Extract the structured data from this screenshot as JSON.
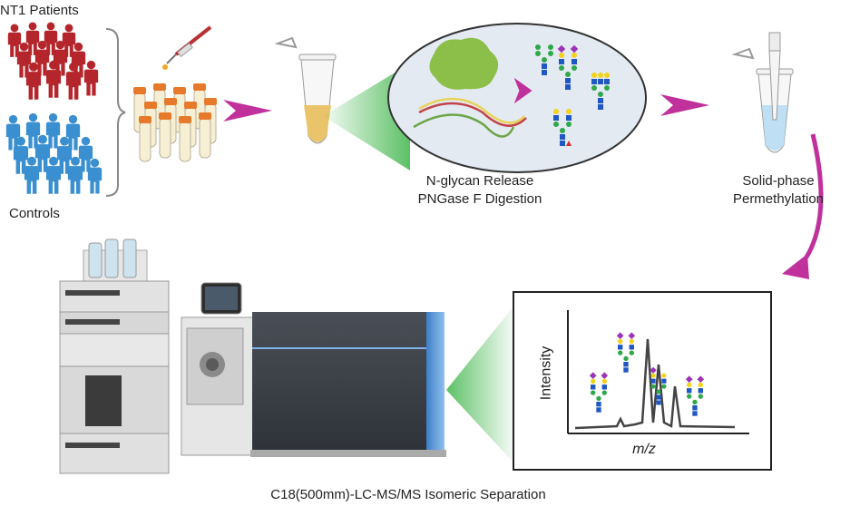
{
  "labels": {
    "patients": "NT1 Patients",
    "controls": "Controls",
    "release_line1": "N-glycan Release",
    "release_line2": "PNGase F Digestion",
    "perm_line1": "Solid-phase",
    "perm_line2": "Permethylation",
    "lcms": "C18(500mm)-LC-MS/MS Isomeric Separation"
  },
  "spectrum": {
    "ylabel": "Intensity",
    "xlabel": "m/z"
  },
  "colors": {
    "patients": "#b5262c",
    "controls": "#3a8fd0",
    "arrow": "#c0319c",
    "cone": "#3fb54a",
    "tube_cap": "#e67a2a"
  },
  "icons": [
    "people-group-icon",
    "pipette-icon",
    "sample-tubes-icon",
    "microtube-icon",
    "glycoprotein-icon",
    "glycan-structure-icon",
    "spe-tip-icon",
    "hplc-stack-icon",
    "mass-spectrometer-icon",
    "spectrum-plot-icon"
  ]
}
